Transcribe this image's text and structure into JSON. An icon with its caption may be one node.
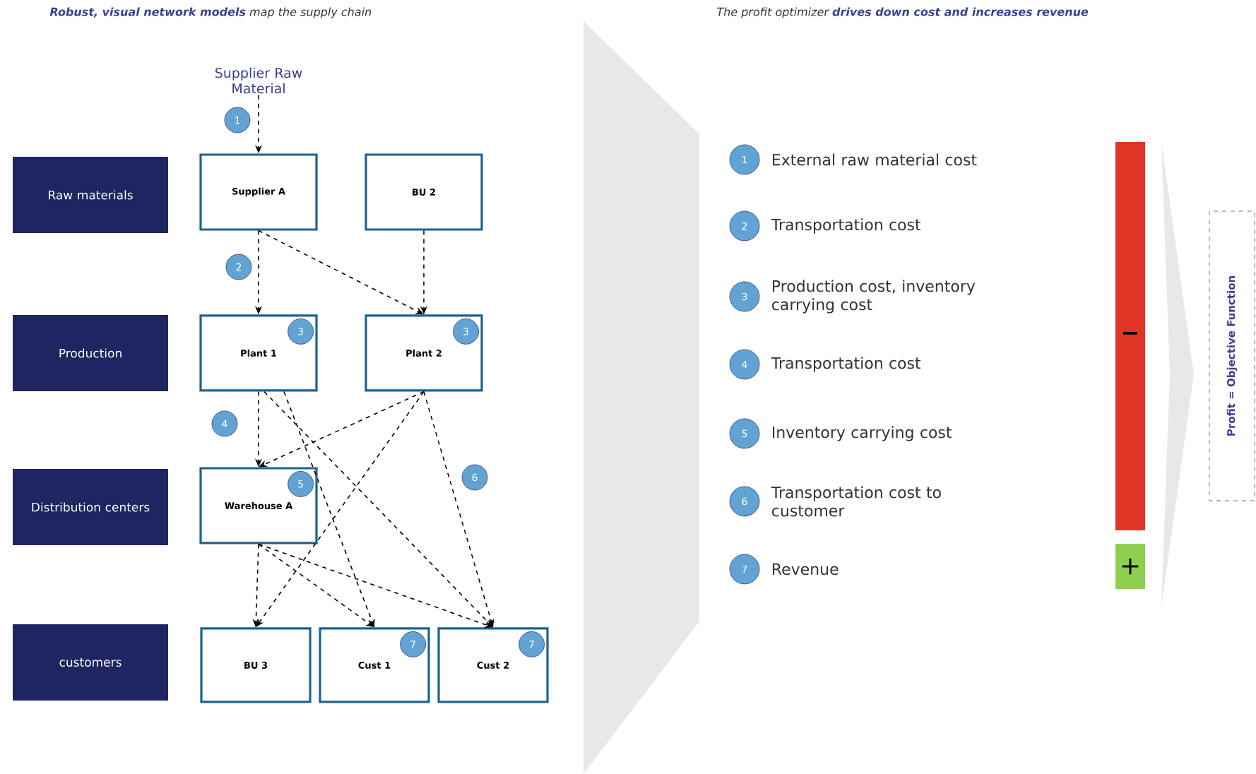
{
  "diagram": {
    "title": "**Robust, visual network models** map the supply chain",
    "nodes": [
      {
        "text": [
          "Supplier Raw Material"
        ]
      },
      {
        "text": [
          "1"
        ]
      },
      {
        "text": [
          "Raw materials"
        ]
      },
      {
        "text": [
          "Supplier A"
        ]
      },
      {
        "text": [
          "BU 2"
        ]
      },
      {
        "text": [
          "2"
        ]
      },
      {
        "text": [
          "Production"
        ]
      },
      {
        "text": [
          "Plant 1"
        ]
      },
      {
        "text": [
          "3"
        ],
        "in": 7
      },
      {
        "text": [
          "Plant 2"
        ]
      },
      {
        "text": [
          "3"
        ],
        "in": 9
      },
      {
        "text": [
          "4"
        ]
      },
      {
        "text": [
          "6"
        ]
      },
      {
        "text": [
          "Distribution centers"
        ]
      },
      {
        "text": [
          "Warehouse A"
        ]
      },
      {
        "text": [
          "5"
        ],
        "in": 14
      },
      {
        "text": [
          "customers"
        ]
      },
      {
        "text": [
          "BU 3"
        ]
      },
      {
        "text": [
          "Cust 1"
        ]
      },
      {
        "text": [
          "7"
        ],
        "in": 18
      },
      {
        "text": [
          "Cust 2"
        ]
      },
      {
        "text": [
          "7"
        ],
        "in": 20
      },
      {
        "text": [
          "1"
        ],
        "beside": [
          "External raw material cost"
        ]
      },
      {
        "text": [
          "2"
        ],
        "beside": [
          "Transportation cost"
        ]
      },
      {
        "text": [
          "3"
        ],
        "beside": [
          "Production cost, inventory carrying cost"
        ]
      },
      {
        "text": [
          "4"
        ],
        "beside": [
          "Transportation cost"
        ]
      },
      {
        "text": [
          "5"
        ],
        "beside": [
          "Inventory carrying cost"
        ]
      },
      {
        "text": [
          "6"
        ],
        "beside": [
          "Transportation cost to customer"
        ]
      },
      {
        "text": [
          "7"
        ],
        "beside": [
          "Revenue"
        ]
      },
      {
        "text": [
          "−"
        ]
      },
      {
        "text": [
          "+"
        ]
      },
      {
        "text": [
          "Profit = Objective Function"
        ]
      }
    ],
    "edges": [
      {
        "from": 0,
        "to": 3,
        "arrow": "to"
      },
      {
        "from": 3,
        "to": 7,
        "arrow": "to"
      },
      {
        "from": 3,
        "to": 9,
        "arrow": "to"
      },
      {
        "from": 4,
        "to": 9,
        "arrow": "to"
      },
      {
        "from": 7,
        "to": 14,
        "arrow": "to"
      },
      {
        "from": 7,
        "to": 18,
        "arrow": "to"
      },
      {
        "from": 7,
        "to": 20,
        "arrow": "to"
      },
      {
        "from": 9,
        "to": 14,
        "arrow": "to"
      },
      {
        "from": 9,
        "to": 17,
        "arrow": "to"
      },
      {
        "from": 9,
        "to": 20,
        "arrow": "to"
      },
      {
        "from": 14,
        "to": 17,
        "arrow": "to"
      },
      {
        "from": 14,
        "to": 18,
        "arrow": "to"
      },
      {
        "from": 14,
        "to": 20,
        "arrow": "to"
      }
    ],
    "labels": [
      "The profit optimizer **drives down cost and increases revenue**"
    ]
  }
}
